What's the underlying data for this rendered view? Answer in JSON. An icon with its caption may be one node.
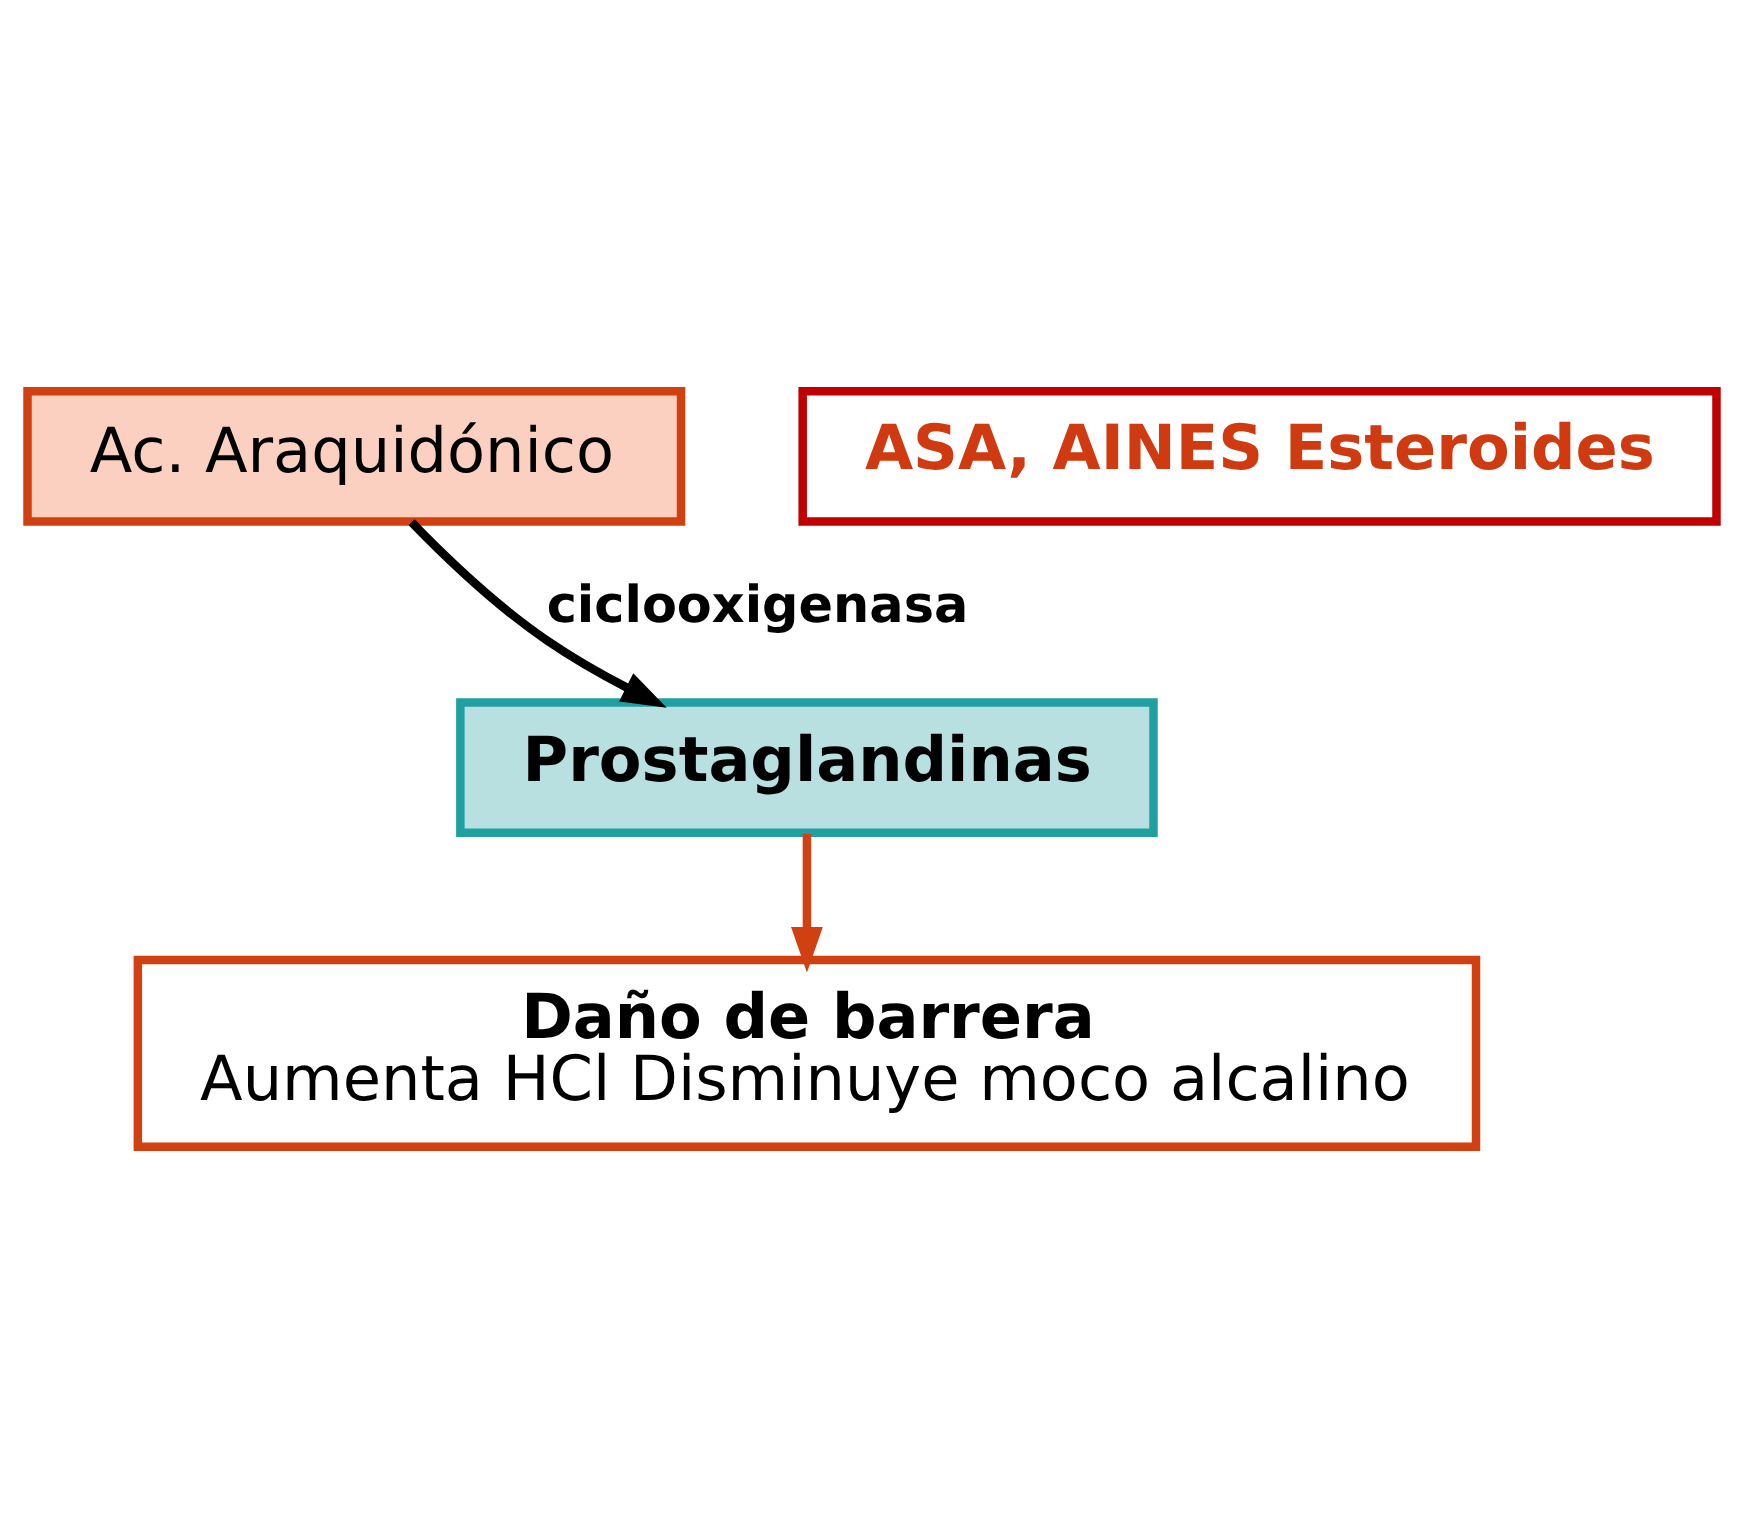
{
  "diagram": {
    "nodes": [
      {
        "text": [
          "Ac. Araquidónico"
        ]
      },
      {
        "text": [
          "ASA, AINES Esteroides"
        ]
      },
      {
        "text": [
          "Prostaglandinas"
        ]
      },
      {
        "text": [
          "Daño de barrera",
          "Aumenta HCl Disminuye moco alcalino"
        ]
      }
    ],
    "edges": [
      {
        "from": 0,
        "to": 2,
        "arrow": "to",
        "label": "ciclooxigenasa",
        "color": "#000000"
      },
      {
        "from": 2,
        "to": 3,
        "arrow": "to",
        "color": "#d04010"
      }
    ]
  }
}
